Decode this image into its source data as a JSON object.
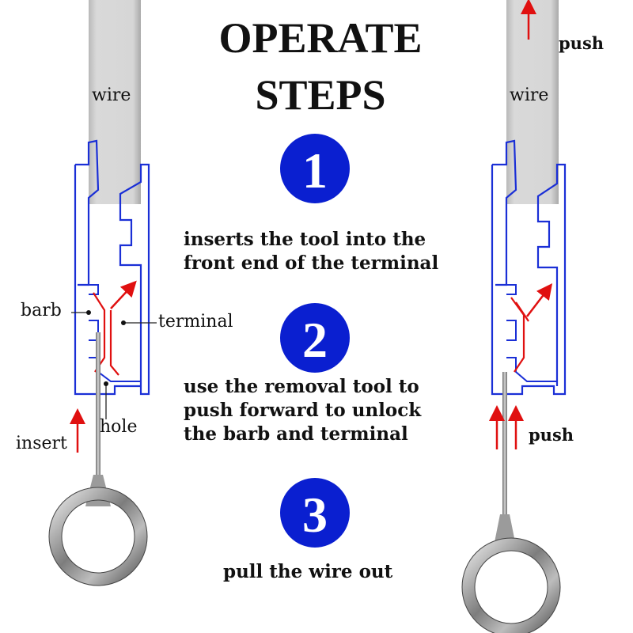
{
  "title": {
    "line1": "OPERATE",
    "line2": "STEPS"
  },
  "steps": [
    {
      "number": "1",
      "text_line1": "inserts the tool into the",
      "text_line2": "front end of the terminal"
    },
    {
      "number": "2",
      "text_line1": "use the removal tool to",
      "text_line2": "push forward to unlock",
      "text_line3": "the barb and terminal"
    },
    {
      "number": "3",
      "text_line1": "pull the wire out"
    }
  ],
  "left_diagram": {
    "wire_label": "wire",
    "barb_label": "barb",
    "terminal_label": "terminal",
    "hole_label": "hole",
    "insert_label": "insert"
  },
  "right_diagram": {
    "wire_label": "wire",
    "push_top_label": "push",
    "push_bottom_label": "push"
  },
  "colors": {
    "housing": "#1a2fd6",
    "badge": "#0a1fd0",
    "arrow": "#e01010",
    "wire": "#cfcfcf",
    "tool": "#8a8a8a"
  },
  "icons": [
    "red-arrow-icon",
    "removal-tool-icon",
    "pointer-dot-icon"
  ]
}
